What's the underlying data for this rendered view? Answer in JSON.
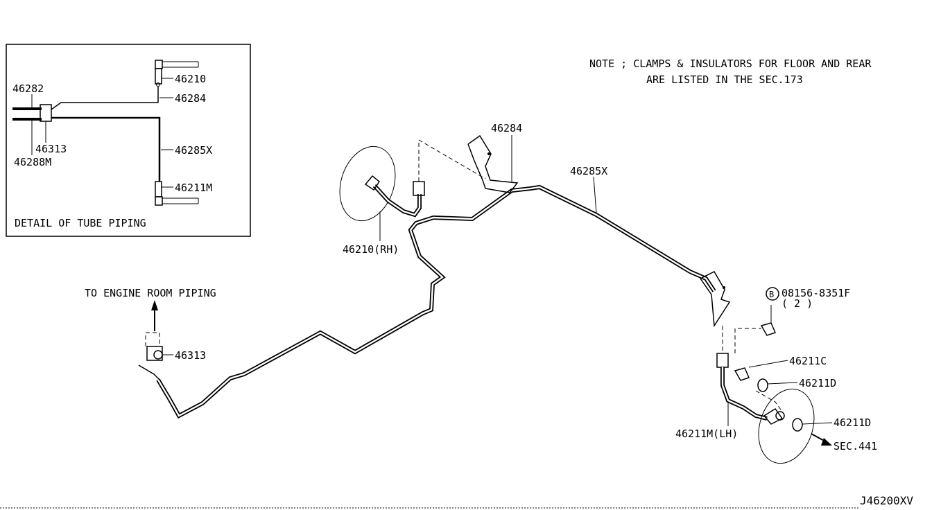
{
  "detail": {
    "title": "DETAIL OF TUBE PIPING",
    "labels": {
      "p46282": "46282",
      "p46210": "46210",
      "p46284": "46284",
      "p46313": "46313",
      "p46288m": "46288M",
      "p46285x": "46285X",
      "p46211m": "46211M"
    }
  },
  "note": {
    "line1": "NOTE ; CLAMPS & INSULATORS FOR FLOOR AND REAR",
    "line2": "ARE LISTED IN THE SEC.173"
  },
  "main": {
    "engine_room": "TO ENGINE ROOM PIPING",
    "p46313": "46313",
    "p46210rh": "46210(RH)",
    "p46284": "46284",
    "p46285x": "46285X",
    "bolt_marker": "B",
    "bolt_part": "08156-8351F",
    "bolt_qty": "( 2 )",
    "p46211c": "46211C",
    "p46211d_a": "46211D",
    "p46211d_b": "46211D",
    "p46211mlh": "46211M(LH)",
    "sec441": "SEC.441"
  },
  "diagram_id": "J46200XV"
}
